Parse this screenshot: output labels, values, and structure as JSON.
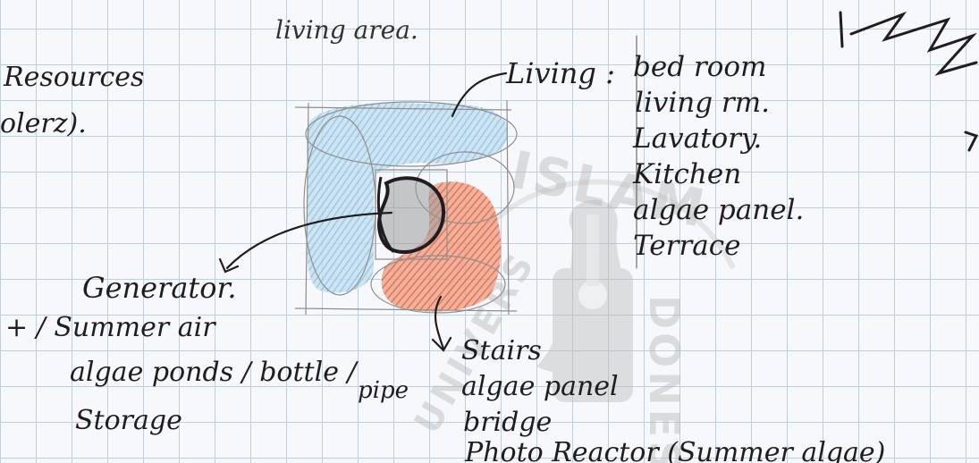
{
  "sketch": {
    "title_note": "living area.",
    "side_notes": {
      "resources": "Resources",
      "clipped_note": "olerz)."
    },
    "living_label": "Living :",
    "living_rooms": [
      "bed room",
      "living rm.",
      "Lavatory.",
      "Kitchen",
      "algae panel.",
      "Terrace"
    ],
    "generator": {
      "title": "Generator.",
      "line_1": "+ / Summer air",
      "line_2": "algae ponds / bottle /",
      "line_2_tail": "pipe",
      "line_3": "Storage"
    },
    "stairs": {
      "line_1": "Stairs",
      "line_2": "algae panel",
      "line_3": "bridge",
      "line_4": "Photo Reactor (Summer algae)"
    }
  },
  "watermark": {
    "arc_top": "ISLAM",
    "arc_right": "DONES",
    "arc_left": "UNIVERS"
  },
  "colors": {
    "grid": "#bcd0df",
    "ink": "#1f1d1f",
    "pencil": "#8e8e8e",
    "blue_fill": "#a8cfe6",
    "red_fill": "#e06845",
    "watermark": "#b8b8b8"
  }
}
